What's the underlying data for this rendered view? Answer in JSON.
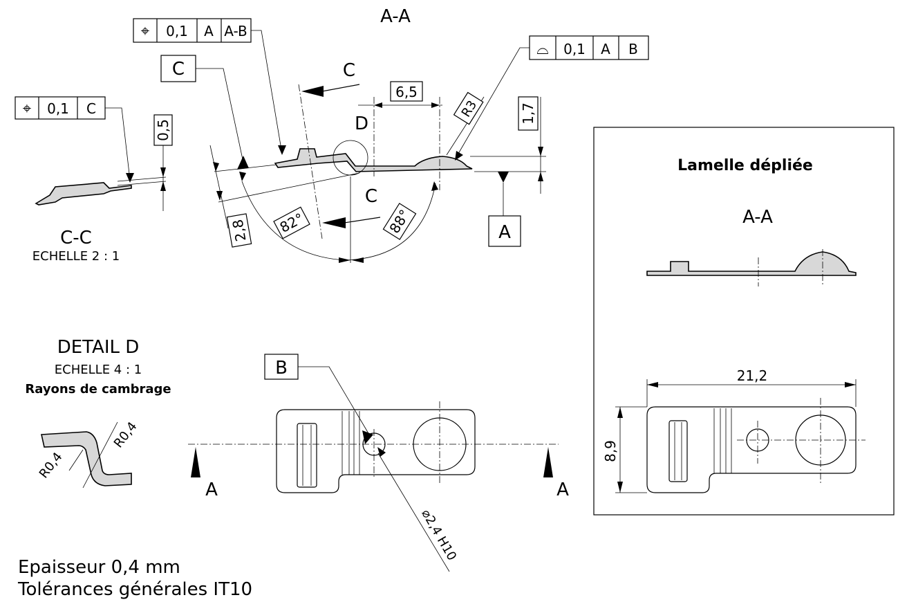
{
  "views": {
    "section_aa": {
      "title": "A-A"
    },
    "section_cc": {
      "title": "C-C",
      "scale": "ECHELLE 2 : 1"
    },
    "detail_d": {
      "title": "DETAIL D",
      "scale": "ECHELLE 4 : 1",
      "subtitle": "Rayons de cambrage"
    },
    "flat_pattern": {
      "title": "Lamelle dépliée",
      "section": "A-A"
    }
  },
  "tolerance_frames": {
    "position_ab": {
      "symbol": "⌖",
      "value": "0,1",
      "datum1": "A",
      "datum2": "A-B"
    },
    "profile_ab": {
      "symbol": "⌓",
      "value": "0,1",
      "datum1": "A",
      "datum2": "B"
    },
    "position_c": {
      "symbol": "⌖",
      "value": "0,1",
      "datum1": "C"
    }
  },
  "datums": {
    "a": "A",
    "b": "B",
    "c": "C"
  },
  "section_labels": {
    "c_top": "C",
    "c_bottom": "C",
    "detail_d": "D",
    "a_left": "A",
    "a_right": "A"
  },
  "dimensions": {
    "d_6_5": "6,5",
    "r3": "R3",
    "d_1_7": "1,7",
    "d_0_5": "0,5",
    "d_2_8": "2,8",
    "ang_82": "82°",
    "ang_88": "88°",
    "r0_4_left": "R0,4",
    "r0_4_right": "R0,4",
    "hole": "⌀2,4 H10",
    "d_21_2": "21,2",
    "d_8_9": "8,9"
  },
  "notes": {
    "thickness": "Epaisseur 0,4 mm",
    "tolerances": "Tolérances générales IT10"
  }
}
